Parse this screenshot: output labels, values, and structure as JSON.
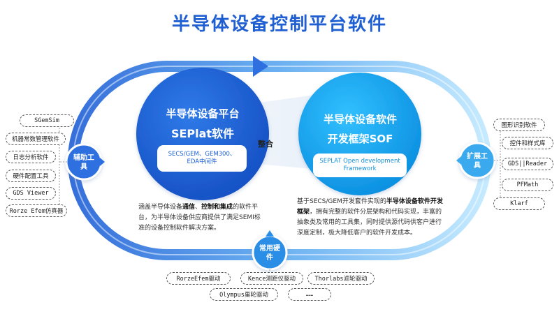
{
  "title": "半导体设备控制平台软件",
  "left_circle": {
    "line1": "半导体设备平台",
    "line2": "SEPlat软件",
    "box": "SECS/GEM、GEM300、EDA中间件"
  },
  "right_circle": {
    "line1": "半导体设备软件",
    "line2": "开发框架SOF",
    "box": "SEPLAT Open development Framework"
  },
  "integrate_label": "整合",
  "left_hub": {
    "label": "辅助工具"
  },
  "right_hub": {
    "label": "扩展工具"
  },
  "bottom_hub": {
    "label": "常用硬件"
  },
  "left_tools": [
    "SGemSim",
    "机器常数管理软件",
    "日志分析软件",
    "硬件配置工具",
    "GDS Viewer",
    "Rorze Efem仿真器"
  ],
  "right_tools": [
    "图形识别软件",
    "控件和样式库",
    "GDS||Reader",
    "PFMath",
    "Klarf"
  ],
  "hardware": [
    "RorzeEfem驱动",
    "Kence测距仪驱动",
    "Thorlabs滤轮驱动",
    "Olympus巢轮驱动",
    "……"
  ],
  "left_desc": {
    "p1": "涵盖半导体设备",
    "b1": "通信",
    "p2": "、",
    "b2": "控制和集成",
    "p3": "的软件平台，为半导体设备供应商提供了满足SEMI标准的设备控制软件解决方案。"
  },
  "right_desc": {
    "p1": "基于SECS/GEM开发套件实现的",
    "b1": "半导体设备软件开发框架",
    "p2": "，拥有完整的软件分层架构和代码实现，丰富的抽象类及常用的工具集，同时提供源代码供客户进行深度定制，极大降低客户的软件开发成本。"
  },
  "colors": {
    "title": "#1f5fd1",
    "left_circle": "#1e63d6",
    "right_circle": "#14a6f0",
    "track_start": "#2a6fe0",
    "track_end": "#8fd6ff"
  }
}
